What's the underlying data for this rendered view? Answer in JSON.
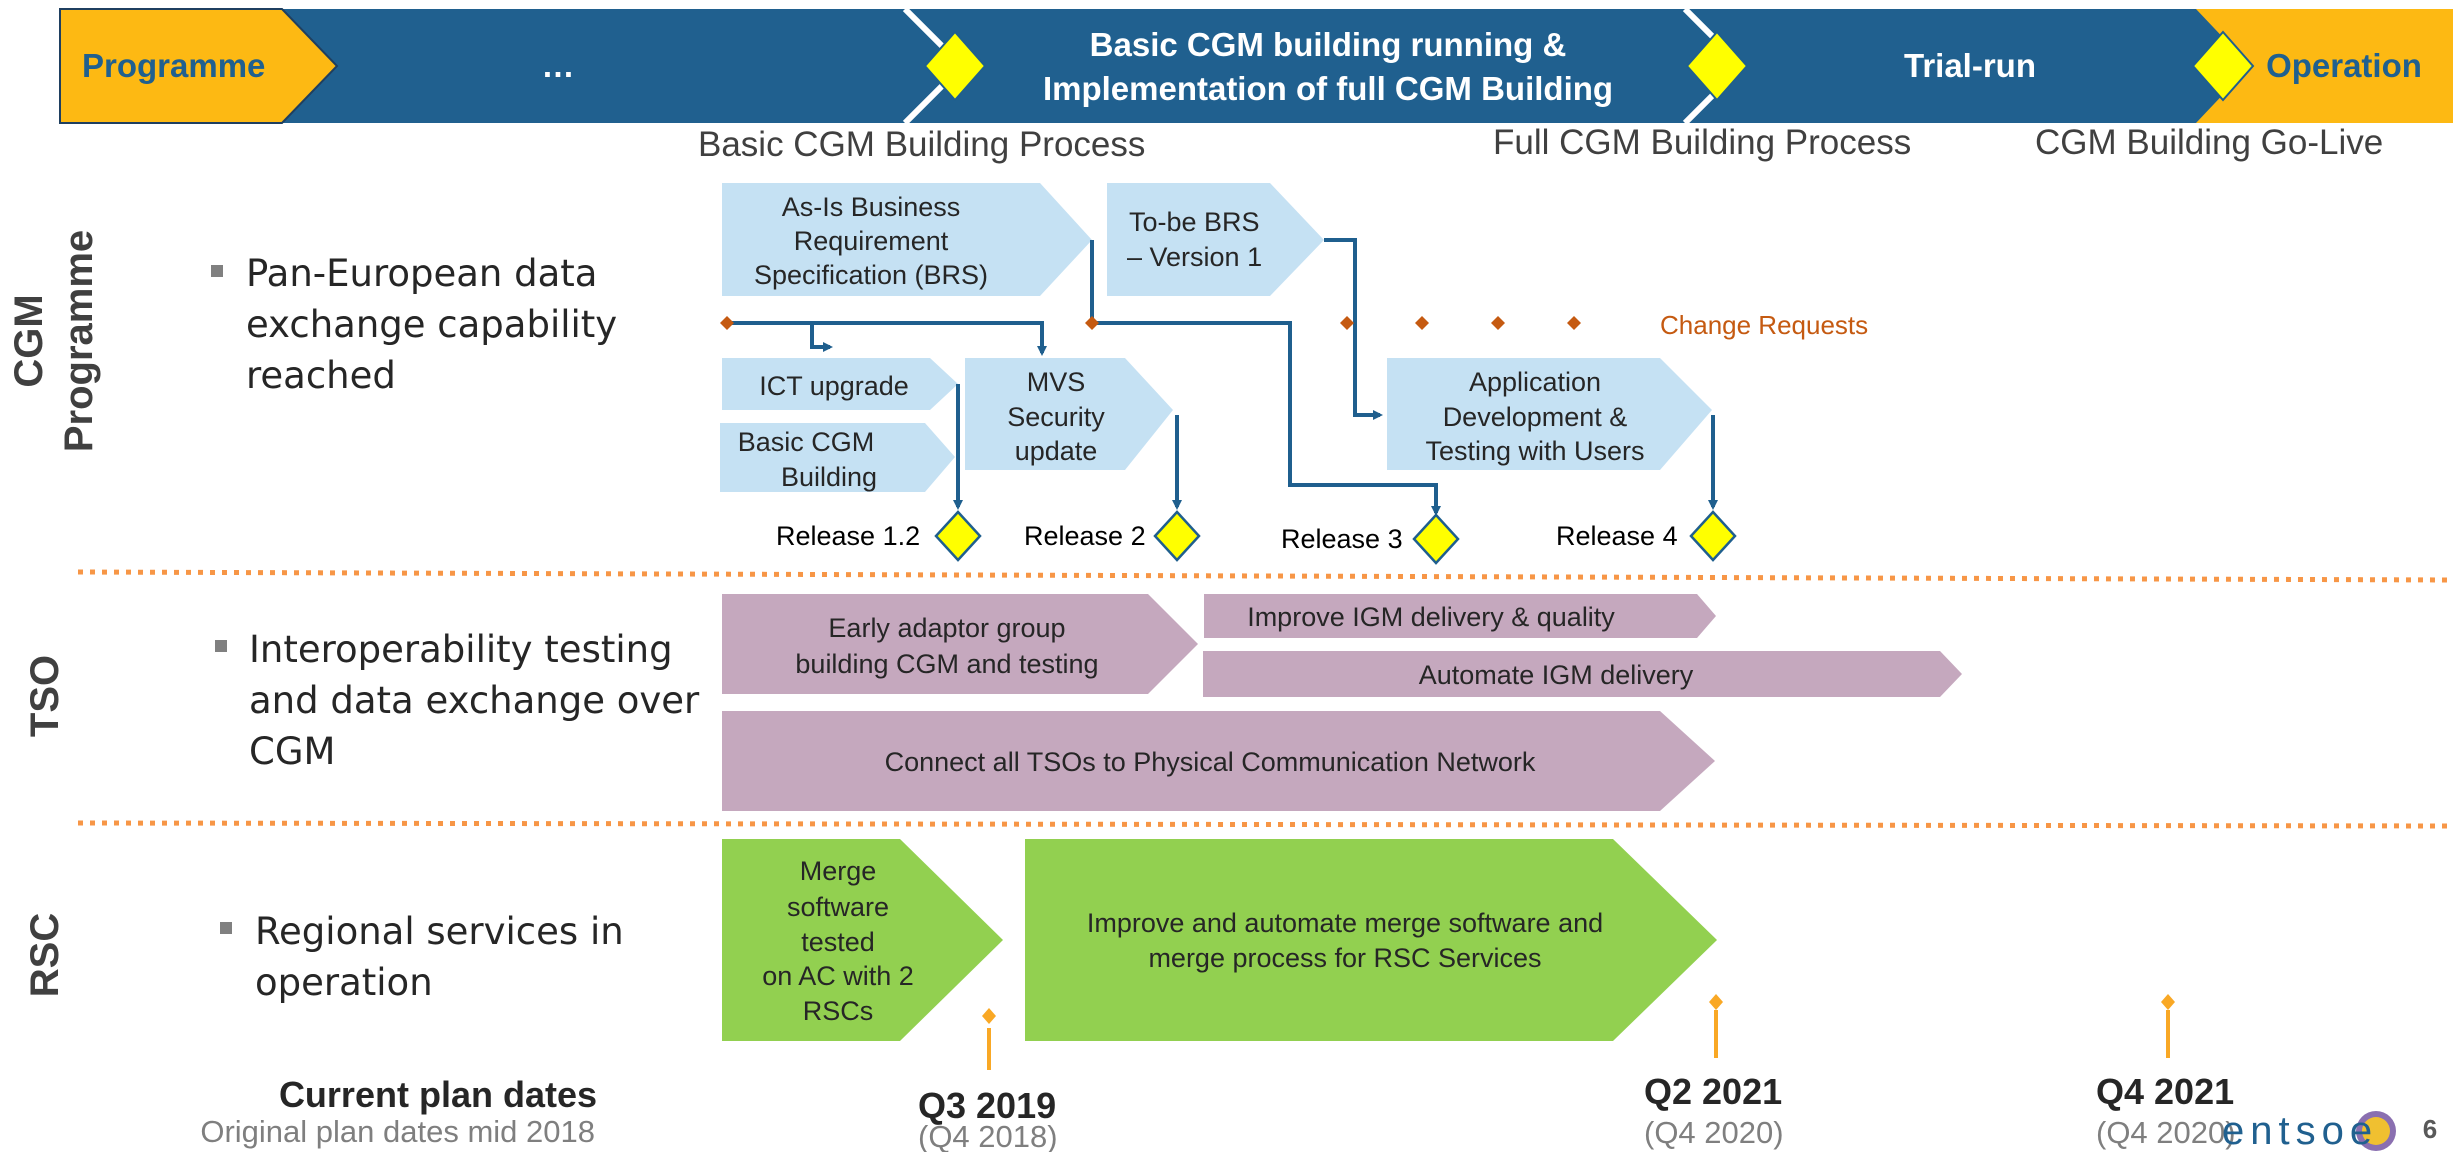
{
  "phases": [
    "Programme",
    "…",
    "Basic CGM building running &",
    "Implementation of full CGM Building",
    "Trial-run",
    "Operation"
  ],
  "milestones": [
    "Basic CGM Building Process",
    "Full CGM Building Process",
    "CGM Building Go-Live"
  ],
  "lanes": [
    "CGM",
    "Programme",
    "TSO",
    "RSC"
  ],
  "objectives": {
    "cgm": [
      "Pan-European data",
      "exchange capability",
      "reached"
    ],
    "tso": [
      "Interoperability testing",
      "and data exchange over",
      "CGM"
    ],
    "rsc": [
      "Regional services in",
      "operation"
    ]
  },
  "cgm_tasks": {
    "asis": [
      "As-Is Business",
      "Requirement",
      "Specification (BRS)"
    ],
    "tobe": [
      "To-be BRS",
      "– Version 1"
    ],
    "ict": "ICT upgrade",
    "basic": [
      "Basic CGM",
      "Building"
    ],
    "mvs": [
      "MVS",
      "Security",
      "update"
    ],
    "appdev": [
      "Application",
      "Development &",
      "Testing with Users"
    ],
    "change_requests": "Change Requests"
  },
  "releases": [
    "Release 1.2",
    "Release 2",
    "Release 3",
    "Release 4"
  ],
  "tso_tasks": {
    "early": [
      "Early adaptor group",
      "building CGM and testing"
    ],
    "improve_igm": "Improve IGM delivery & quality",
    "automate_igm": "Automate IGM delivery",
    "connect": "Connect all TSOs to Physical Communication Network"
  },
  "rsc_tasks": {
    "merge": [
      "Merge",
      "software",
      "tested",
      "on AC with 2",
      "RSCs"
    ],
    "improve": [
      "Improve and automate merge software and",
      "merge process for RSC Services"
    ]
  },
  "dates": {
    "current_label": "Current  plan dates",
    "original_label": "Original plan dates mid 2018",
    "q3": "Q3 2019",
    "q3_orig": "(Q4 2018)",
    "q2": "Q2 2021",
    "q2_orig": "(Q4 2020)",
    "q4": "Q4 2021",
    "q4_orig": "(Q4 2020)"
  },
  "logo": "entsoe",
  "page_number": "6",
  "colors": {
    "phase_blue": "#20608F",
    "phase_orange": "#FDB913",
    "milestone_yellow": "#FFFF00",
    "task_blue": "#C5E1F3",
    "task_mauve": "#C5A8BE",
    "task_green": "#92D050",
    "connector": "#1F5F8E",
    "change_request": "#C55A11",
    "divider": "#F79646",
    "date_arrow": "#F9A825"
  }
}
